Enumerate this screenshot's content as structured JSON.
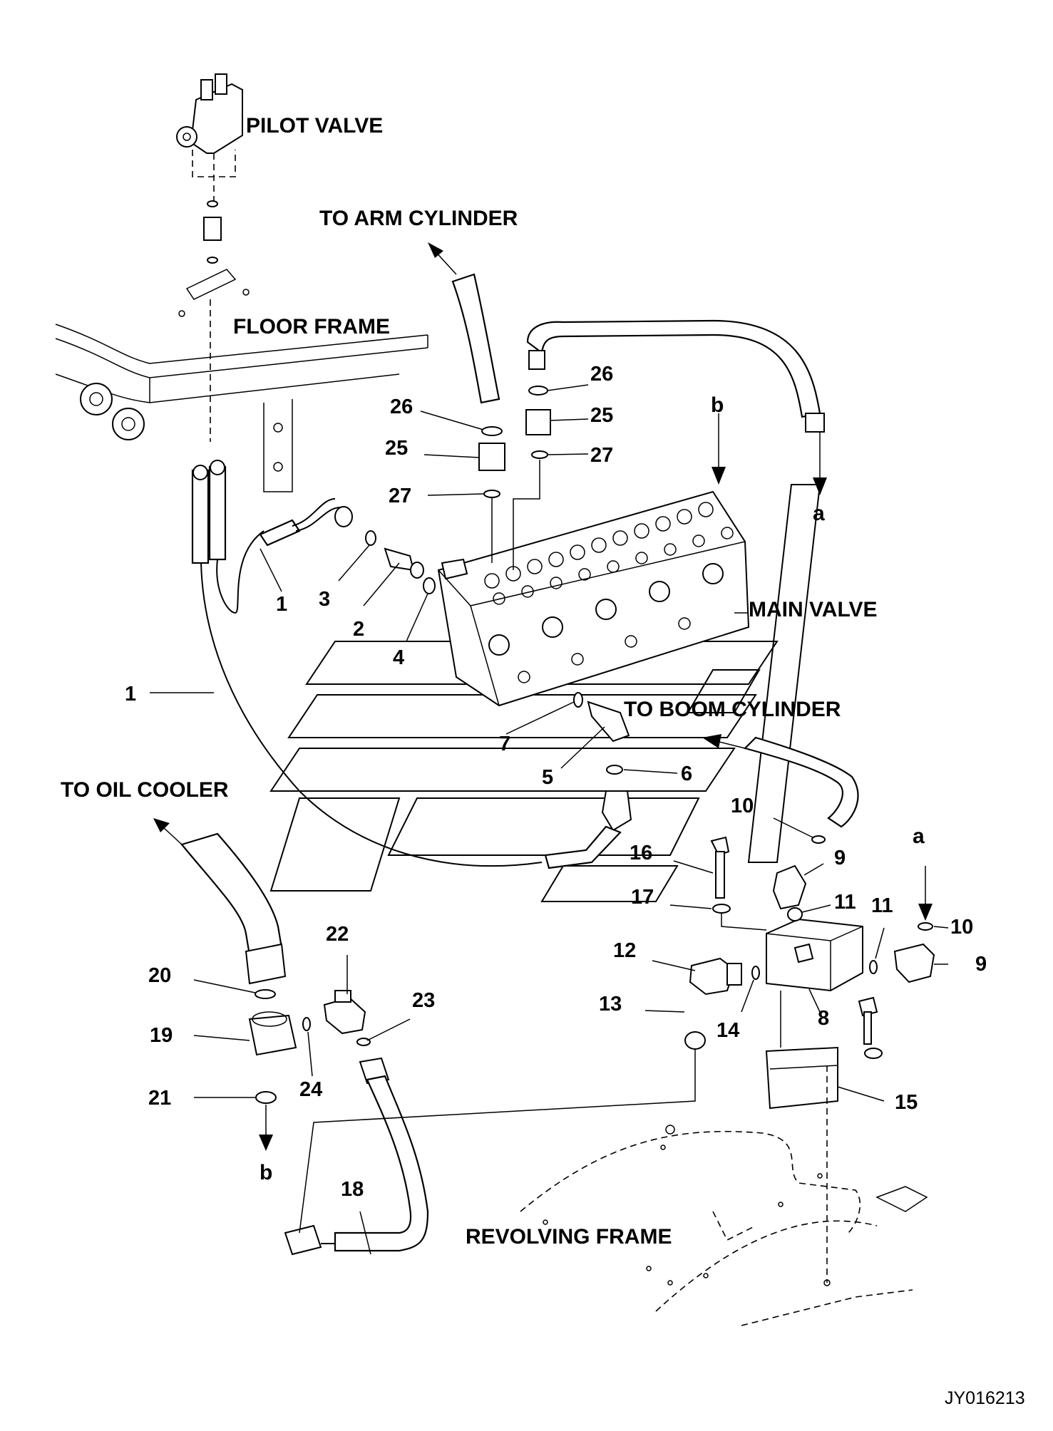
{
  "labels": {
    "pilot_valve": "PILOT VALVE",
    "to_arm_cylinder": "TO ARM CYLINDER",
    "floor_frame": "FLOOR FRAME",
    "main_valve": "MAIN VALVE",
    "to_boom_cylinder": "TO BOOM CYLINDER",
    "to_oil_cooler": "TO OIL COOLER",
    "revolving_frame": "REVOLVING FRAME",
    "b_top": "b",
    "a_top": "a",
    "a_right": "a",
    "b_bottom": "b",
    "drawing_code": "JY016213"
  },
  "callouts": {
    "c1a": "1",
    "c1b": "1",
    "c2": "2",
    "c3": "3",
    "c4": "4",
    "c5": "5",
    "c6": "6",
    "c7": "7",
    "c8": "8",
    "c9a": "9",
    "c9b": "9",
    "c10a": "10",
    "c10b": "10",
    "c11a": "11",
    "c11b": "11",
    "c12": "12",
    "c13": "13",
    "c14": "14",
    "c15": "15",
    "c16": "16",
    "c17": "17",
    "c18": "18",
    "c19": "19",
    "c20": "20",
    "c21": "21",
    "c22": "22",
    "c23": "23",
    "c24": "24",
    "c25a": "25",
    "c25b": "25",
    "c26a": "26",
    "c26b": "26",
    "c27a": "27",
    "c27b": "27"
  }
}
